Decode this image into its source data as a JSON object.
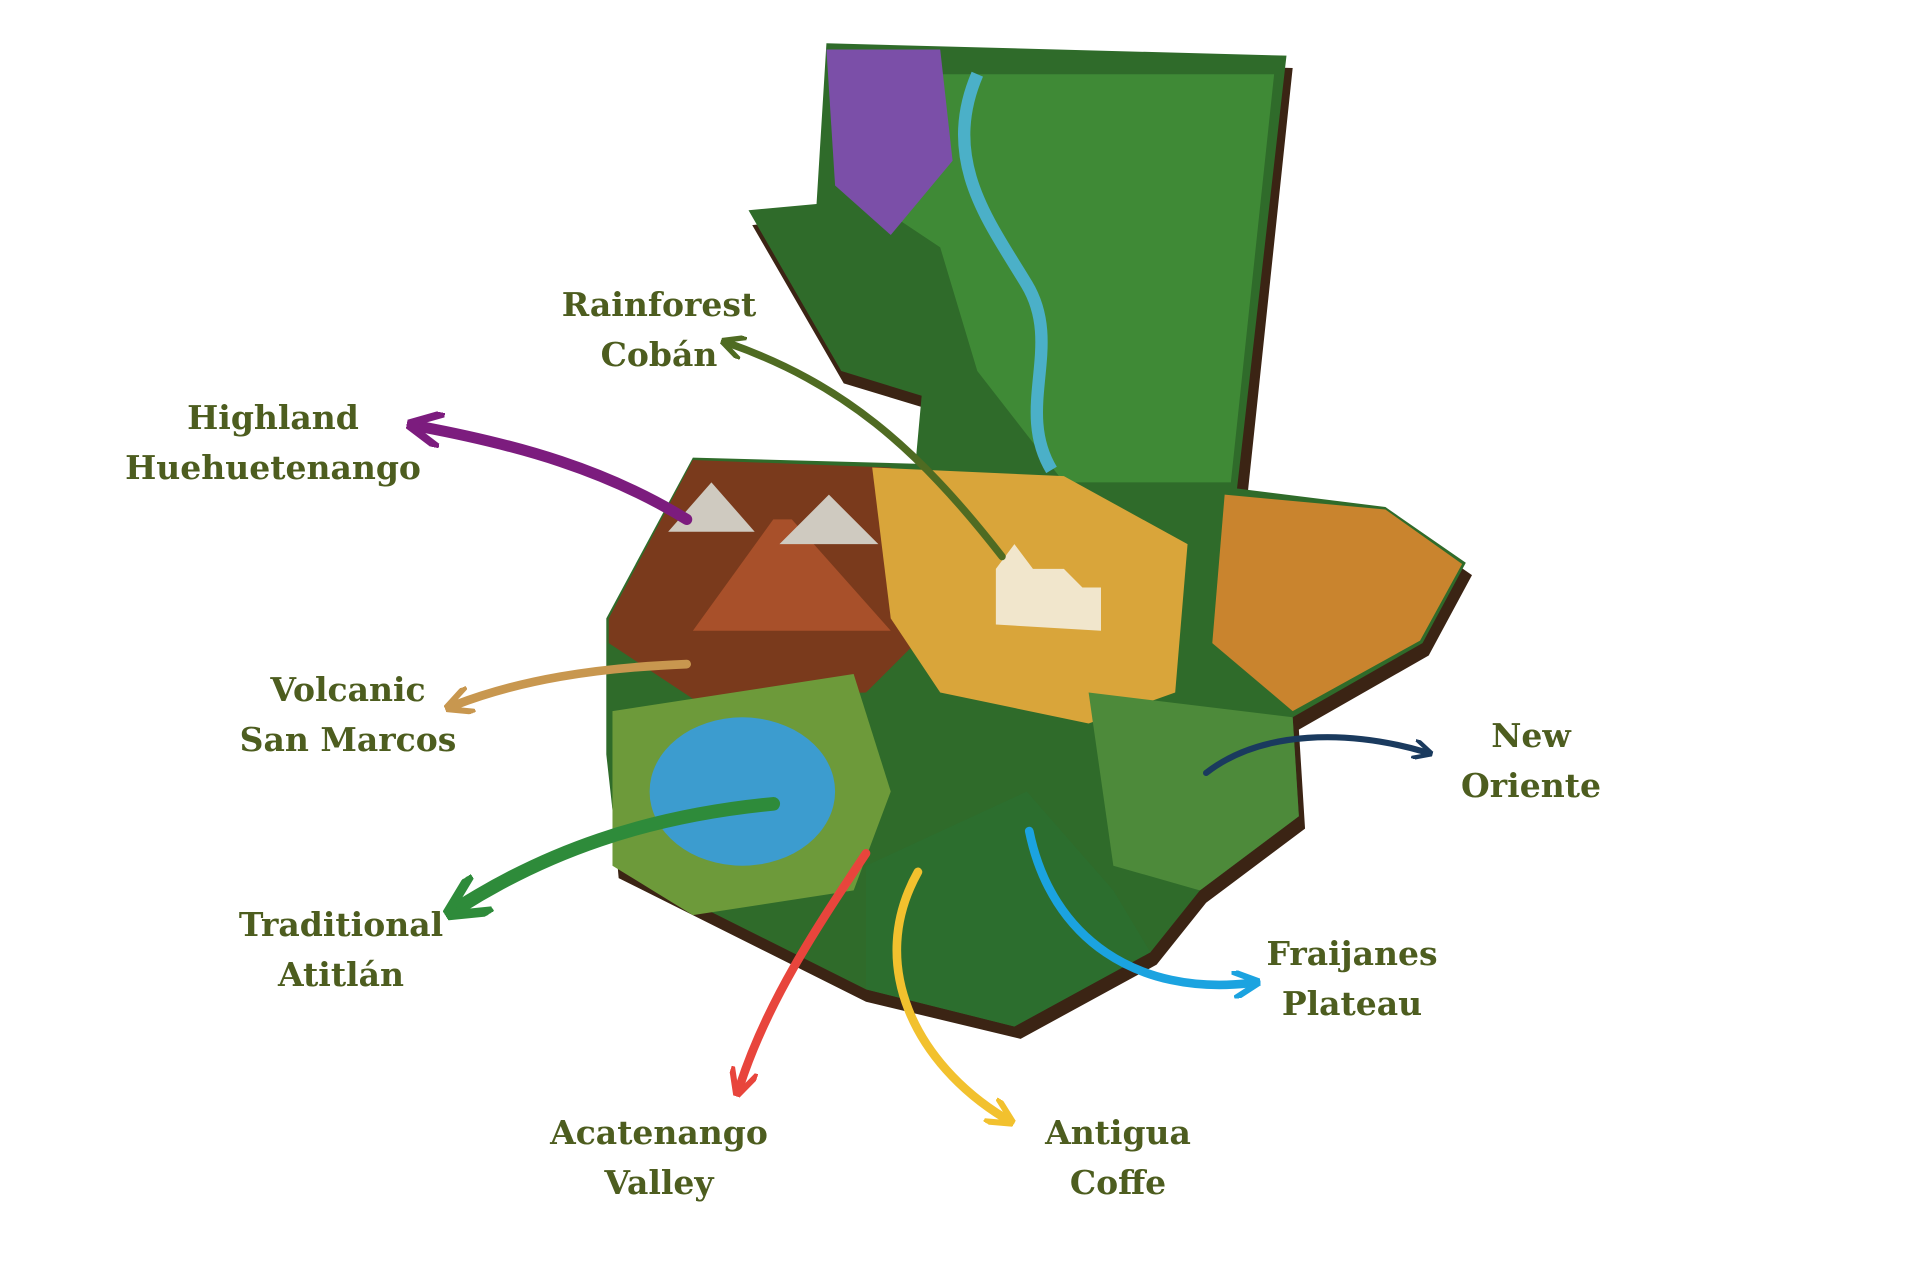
{
  "title": "Guatemala coffee regions",
  "colors": {
    "label_text": "#4d5d1f",
    "jungle": "#2f6b2a",
    "volcanic": "#7a3a1c",
    "central": "#d9a53a",
    "east": "#c9842e",
    "lake": "#3c9ccf"
  },
  "regions": [
    {
      "id": "coban",
      "line1": "Rainforest",
      "line2": "Cobán",
      "arrow_color": "#4f6b22"
    },
    {
      "id": "huehuetenango",
      "line1": "Highland",
      "line2": "Huehuetenango",
      "arrow_color": "#7c1c7e"
    },
    {
      "id": "san-marcos",
      "line1": "Volcanic",
      "line2": "San Marcos",
      "arrow_color": "#c8974f"
    },
    {
      "id": "atitlan",
      "line1": "Traditional",
      "line2": "Atitlán",
      "arrow_color": "#2e8b3a"
    },
    {
      "id": "acatenango",
      "line1": "Acatenango",
      "line2": "Valley",
      "arrow_color": "#e8453c"
    },
    {
      "id": "antigua",
      "line1": "Antigua",
      "line2": "Coffe",
      "arrow_color": "#f2c12e"
    },
    {
      "id": "fraijanes",
      "line1": "Fraijanes",
      "line2": "Plateau",
      "arrow_color": "#1ba3e0"
    },
    {
      "id": "oriente",
      "line1": "New",
      "line2": "Oriente",
      "arrow_color": "#1a3a5e"
    }
  ]
}
